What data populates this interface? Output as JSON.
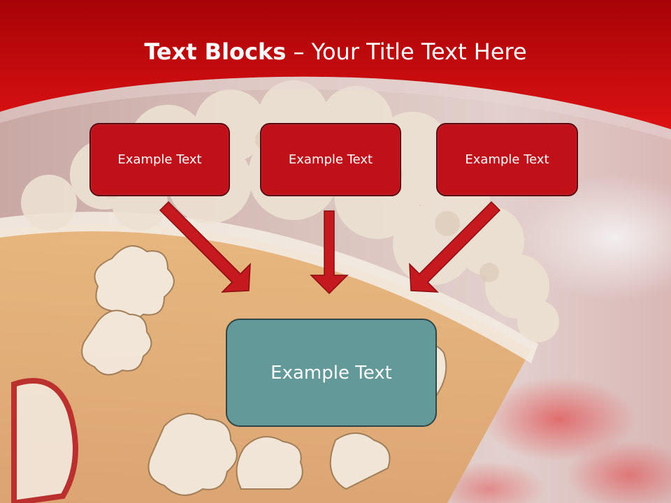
{
  "slide": {
    "title_bold": "Text Blocks",
    "title_dash": " – ",
    "title_rest": "Your Title Text Here",
    "top_blocks": [
      {
        "label": "Example Text"
      },
      {
        "label": "Example Text"
      },
      {
        "label": "Example Text"
      }
    ],
    "target_block": {
      "label": "Example Text"
    },
    "colors": {
      "header_red": "#c4070e",
      "block_red": "#c0101a",
      "arrow_red": "#c41a1f",
      "target_teal": "#64999a"
    }
  }
}
